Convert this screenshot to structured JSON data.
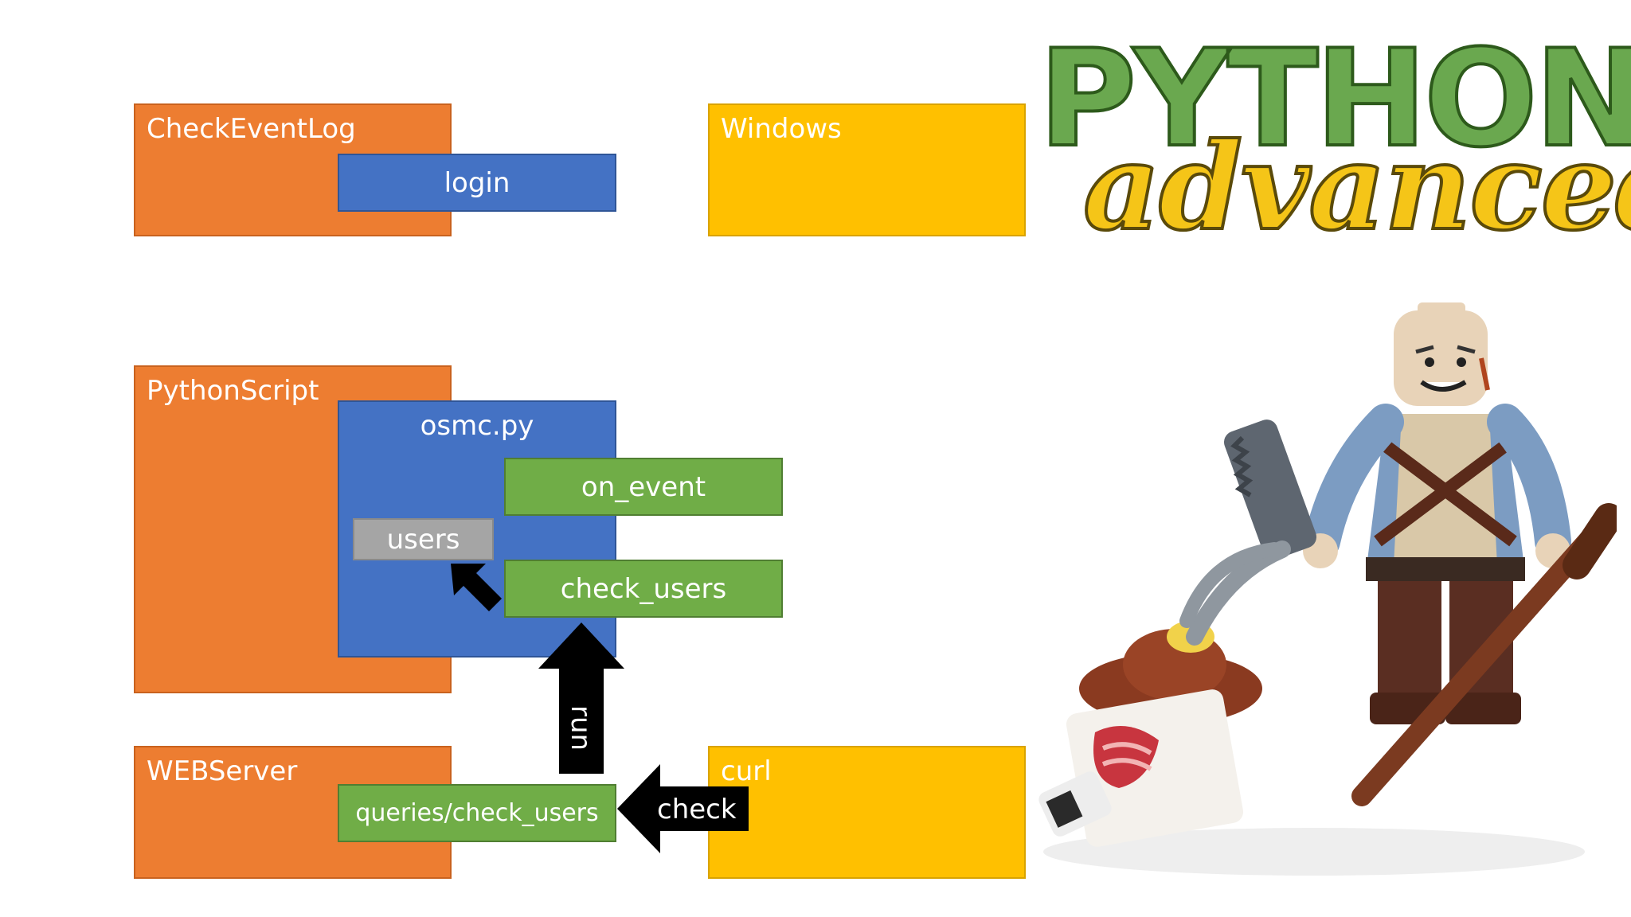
{
  "slide": {
    "boxes": {
      "checkeventlog": "CheckEventLog",
      "login": "login",
      "windows": "Windows",
      "pythonscript": "PythonScript",
      "osmc": "osmc.py",
      "on_event": "on_event",
      "users": "users",
      "check_users": "check_users",
      "webserver": "WEBServer",
      "queries": "queries/check_users",
      "curl": "curl"
    },
    "arrows": {
      "run": "run",
      "check": "check"
    },
    "logo": {
      "line1": "PYTHON",
      "line2": "advanced"
    },
    "colors": {
      "orange": "#ED7D31",
      "yellow": "#FFC000",
      "blue": "#4472C4",
      "green": "#70AD47",
      "gray": "#A5A5A5",
      "arrow": "#000000"
    },
    "illustration": "lego-minifigure-scene"
  }
}
